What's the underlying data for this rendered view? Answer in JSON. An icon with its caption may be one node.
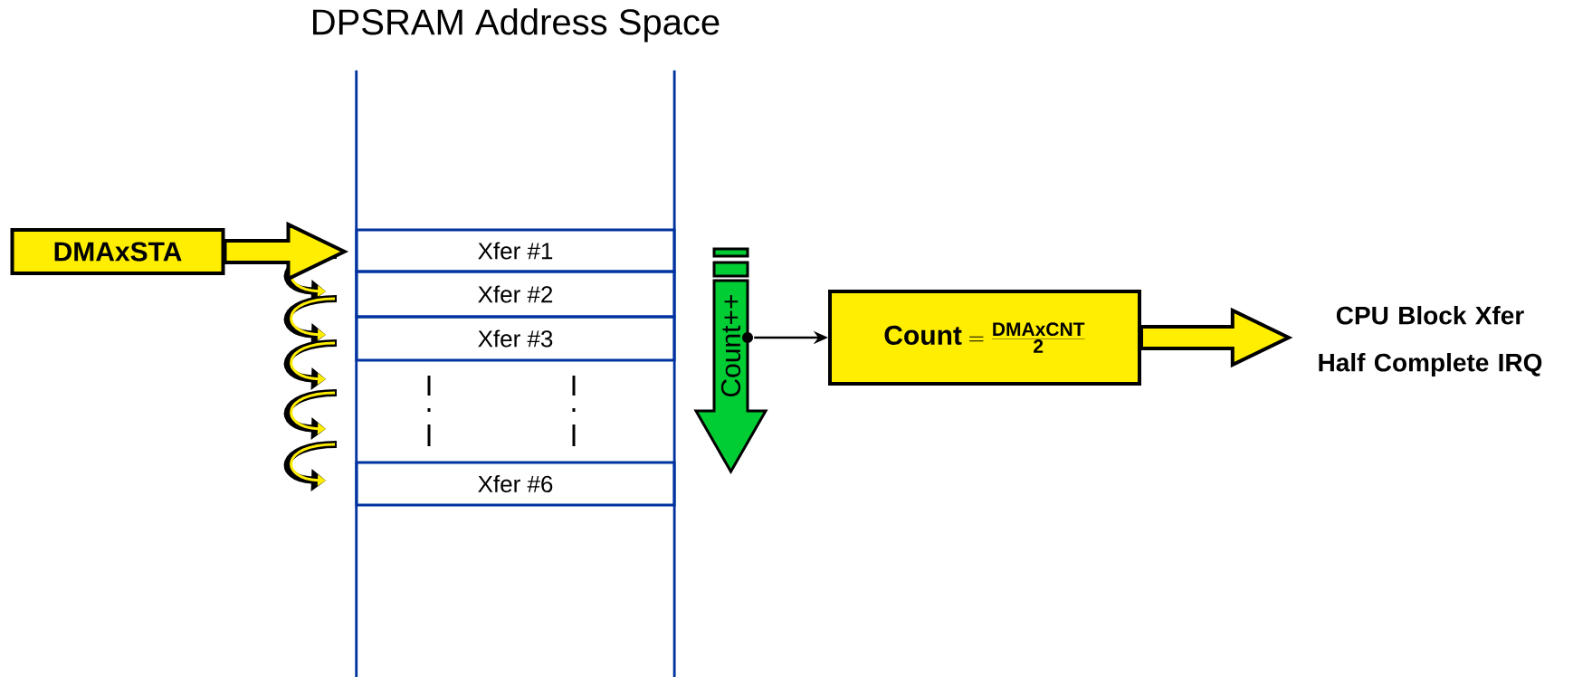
{
  "diagram": {
    "nodes": [
      {
        "text": [
          "DPSRAM Address Space"
        ]
      },
      {
        "text": [
          "Xfer #1"
        ],
        "in": 0
      },
      {
        "text": [
          "Xfer #2"
        ],
        "in": 0
      },
      {
        "text": [
          "Xfer #3"
        ],
        "in": 0
      },
      {
        "text": [
          "Xfer #6"
        ],
        "in": 0
      },
      {
        "text": [
          "DMAxSTA"
        ]
      },
      {
        "text": [
          "Count++"
        ]
      },
      {
        "text": [
          "\\mathbf{Count} = \\frac{\\mathbf{DMAxCNT}}{\\mathbf{2}}"
        ]
      },
      {
        "text": [
          "CPU Block Xfer Half Complete IRQ"
        ]
      }
    ],
    "edges": [
      {
        "from": 5,
        "to": 1,
        "arrow": "to",
        "style": "thick"
      },
      {
        "from": 6,
        "to": 7,
        "arrow": "to"
      },
      {
        "from": 7,
        "to": 8,
        "arrow": "to",
        "style": "thick"
      }
    ]
  }
}
